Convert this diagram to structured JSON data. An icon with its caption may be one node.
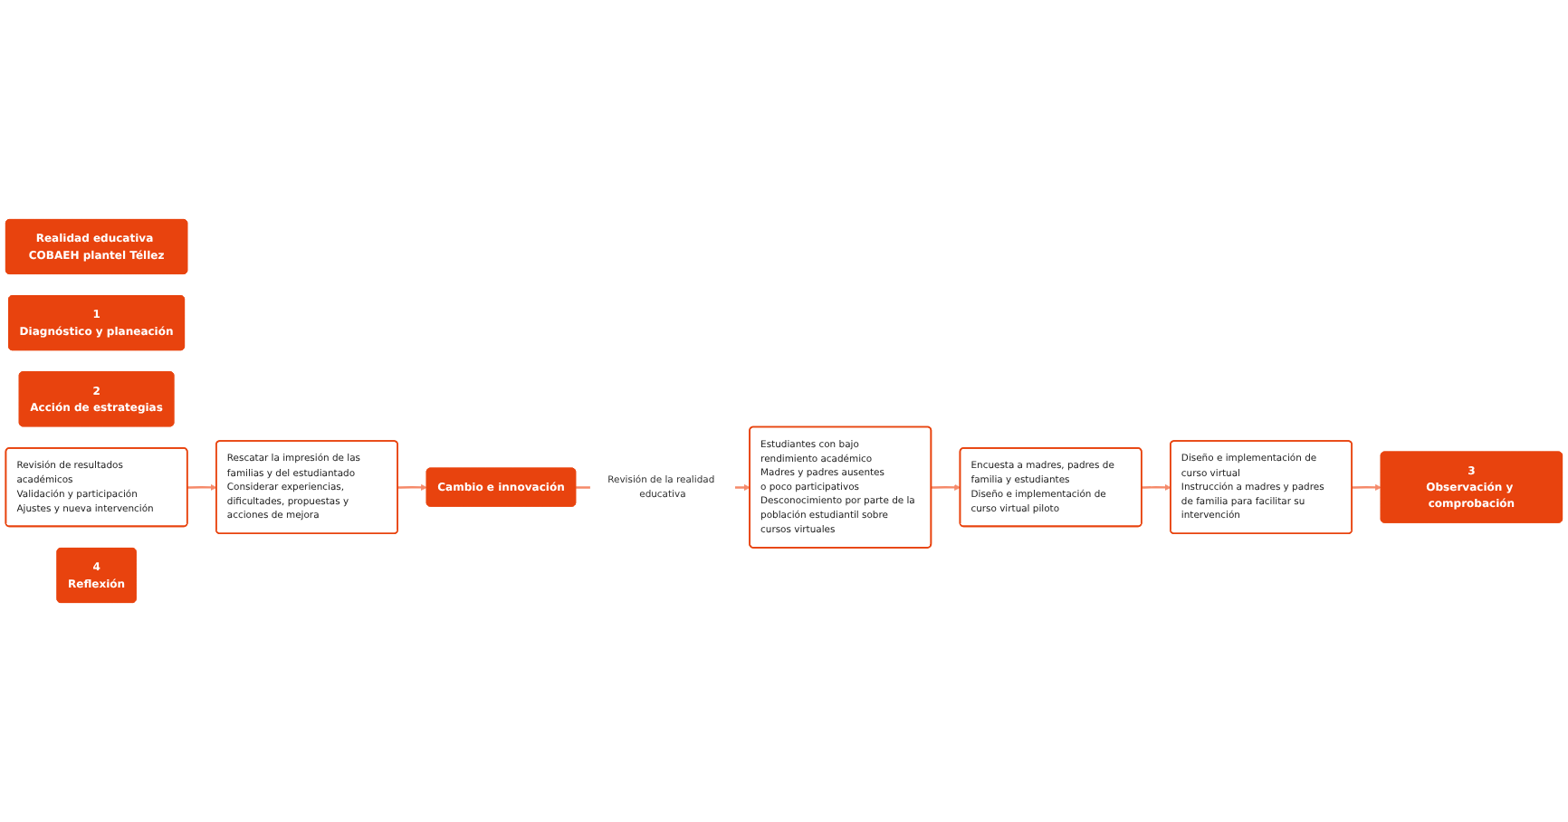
{
  "diagram": {
    "nodes": [
      {
        "text": [
          "Realidad educativa COBAEH plantel Téllez"
        ]
      },
      {
        "text": [
          "Estudiantes con bajo rendimiento académico",
          "Madres y padres ausentes",
          "o poco participativos",
          "Desconocimiento por parte de la población estudiantil sobre cursos virtuales"
        ]
      },
      {
        "text": [
          "1",
          "Diagnóstico y planeación"
        ]
      },
      {
        "text": [
          "Encuesta a madres, padres de familia y estudiantes",
          "Diseño e implementación de curso virtual piloto"
        ]
      },
      {
        "text": [
          "2",
          "Acción de estrategias"
        ]
      },
      {
        "text": [
          "Diseño e implementación de curso virtual",
          "Instrucción a madres y padres de familia para facilitar su intervención"
        ]
      },
      {
        "text": [
          "3",
          "Observación y comprobación"
        ]
      },
      {
        "text": [
          "Revisión de resultados académicos",
          "Validación y participación",
          "Ajustes y nueva intervención"
        ]
      },
      {
        "text": [
          "4",
          "Reflexión"
        ]
      },
      {
        "text": [
          "Rescatar la impresión de las familias y del estudiantado",
          "Considerar experiencias, dificultades, propuestas y acciones de mejora"
        ]
      },
      {
        "text": [
          "Cambio e innovación"
        ]
      }
    ],
    "edges": [
      {
        "from": 1,
        "to": 3,
        "arrow": "to"
      },
      {
        "from": 3,
        "to": 5,
        "arrow": "to"
      },
      {
        "from": 5,
        "to": 6,
        "arrow": "to"
      },
      {
        "from": 7,
        "to": 9,
        "arrow": "to"
      },
      {
        "from": 9,
        "to": 10,
        "arrow": "to"
      },
      {
        "from": 10,
        "to": 1,
        "arrow": "to",
        "label": "Revisión de la realidad educativa"
      }
    ]
  }
}
